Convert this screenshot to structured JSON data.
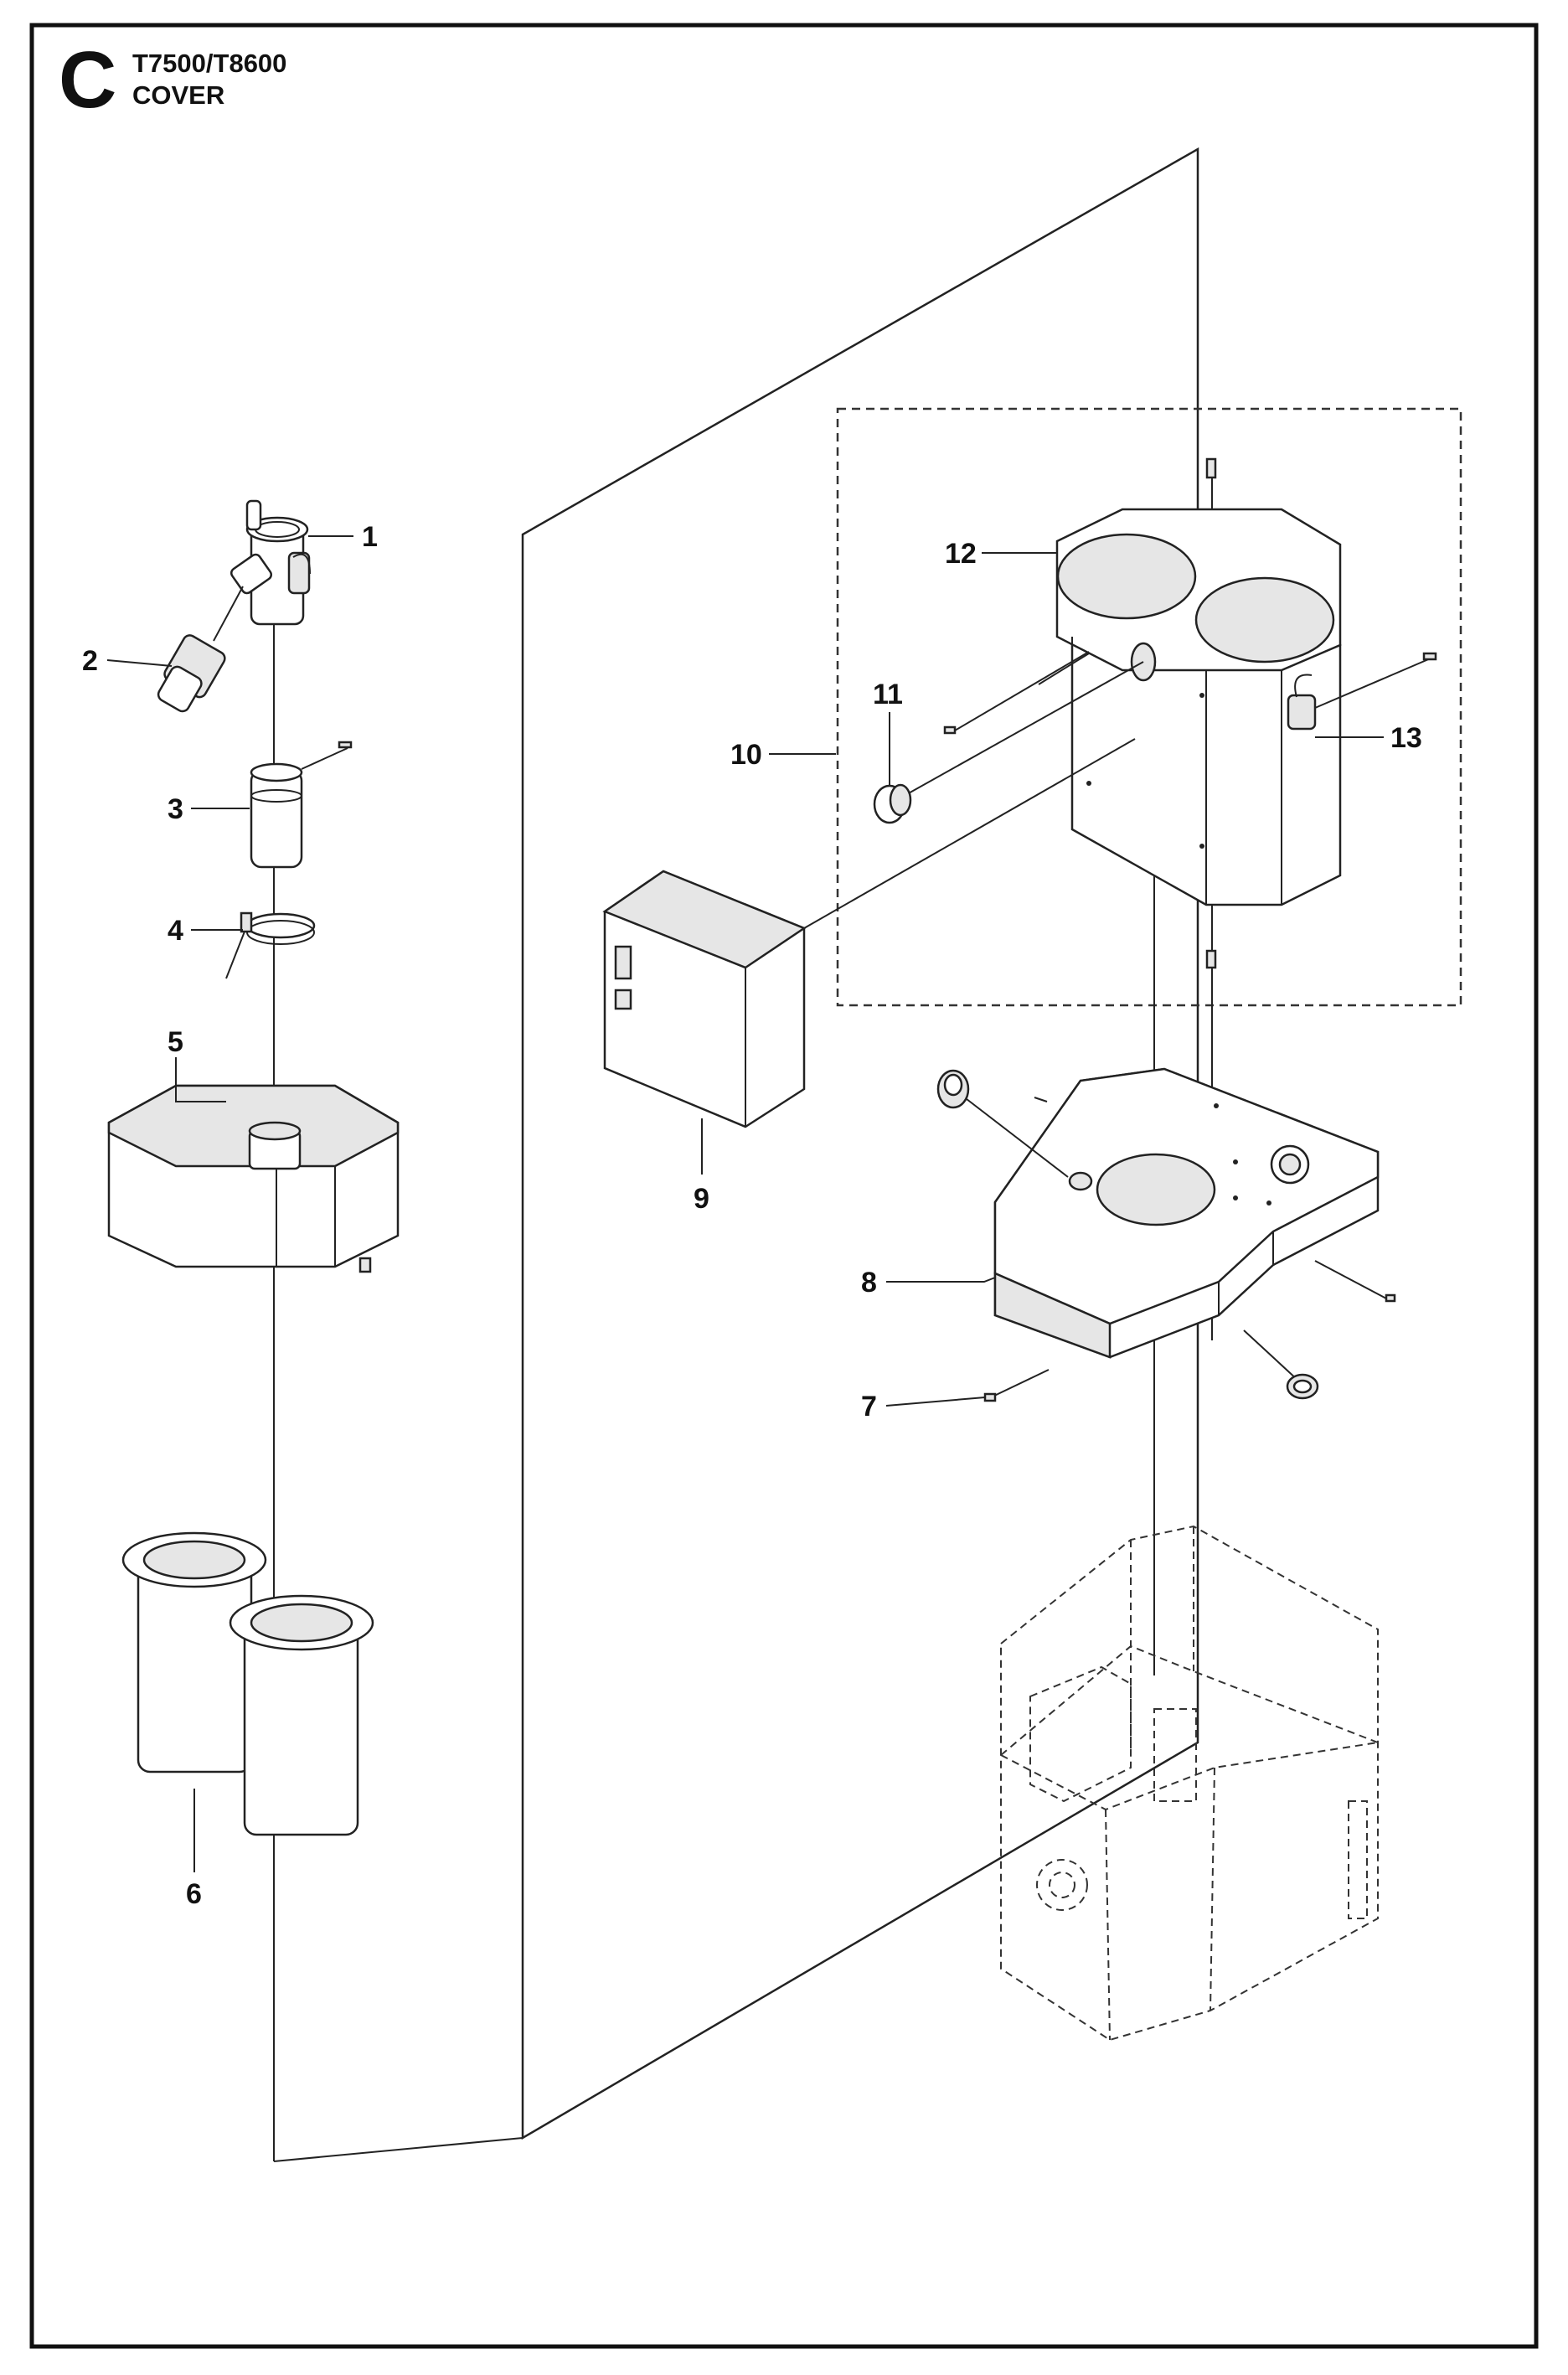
{
  "header": {
    "section_letter": "C",
    "model": "T7500/T8600",
    "title": "COVER"
  },
  "callouts": [
    {
      "id": "1",
      "label": "1"
    },
    {
      "id": "2",
      "label": "2"
    },
    {
      "id": "3",
      "label": "3"
    },
    {
      "id": "4",
      "label": "4"
    },
    {
      "id": "5",
      "label": "5"
    },
    {
      "id": "6",
      "label": "6"
    },
    {
      "id": "7",
      "label": "7"
    },
    {
      "id": "8",
      "label": "8"
    },
    {
      "id": "9",
      "label": "9"
    },
    {
      "id": "10",
      "label": "10"
    },
    {
      "id": "11",
      "label": "11"
    },
    {
      "id": "12",
      "label": "12"
    },
    {
      "id": "13",
      "label": "13"
    }
  ]
}
